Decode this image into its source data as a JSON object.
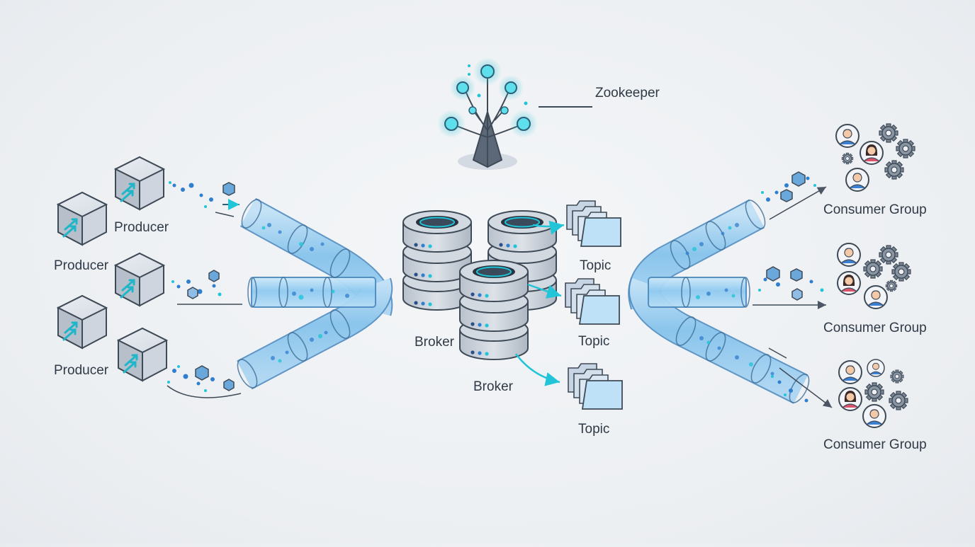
{
  "diagram": {
    "zookeeper": {
      "label": "Zookeeper"
    },
    "producers": [
      {
        "label": "Producer"
      },
      {
        "label": "Producer"
      },
      {
        "label": "Producer"
      }
    ],
    "brokers": [
      {
        "label": "Broker"
      },
      {
        "label": "Broker"
      }
    ],
    "topics": [
      {
        "label": "Topic"
      },
      {
        "label": "Topic"
      },
      {
        "label": "Topic"
      }
    ],
    "consumer_groups": [
      {
        "label": "Consumer Group"
      },
      {
        "label": "Consumer Group"
      },
      {
        "label": "Consumer Group"
      }
    ]
  },
  "colors": {
    "accent": "#22c4d8",
    "pipe": "#9fd3f2",
    "pipe_edge": "#5b9fd3",
    "slate": "#5f6c7b",
    "node_gray": "#c9cfd8"
  }
}
